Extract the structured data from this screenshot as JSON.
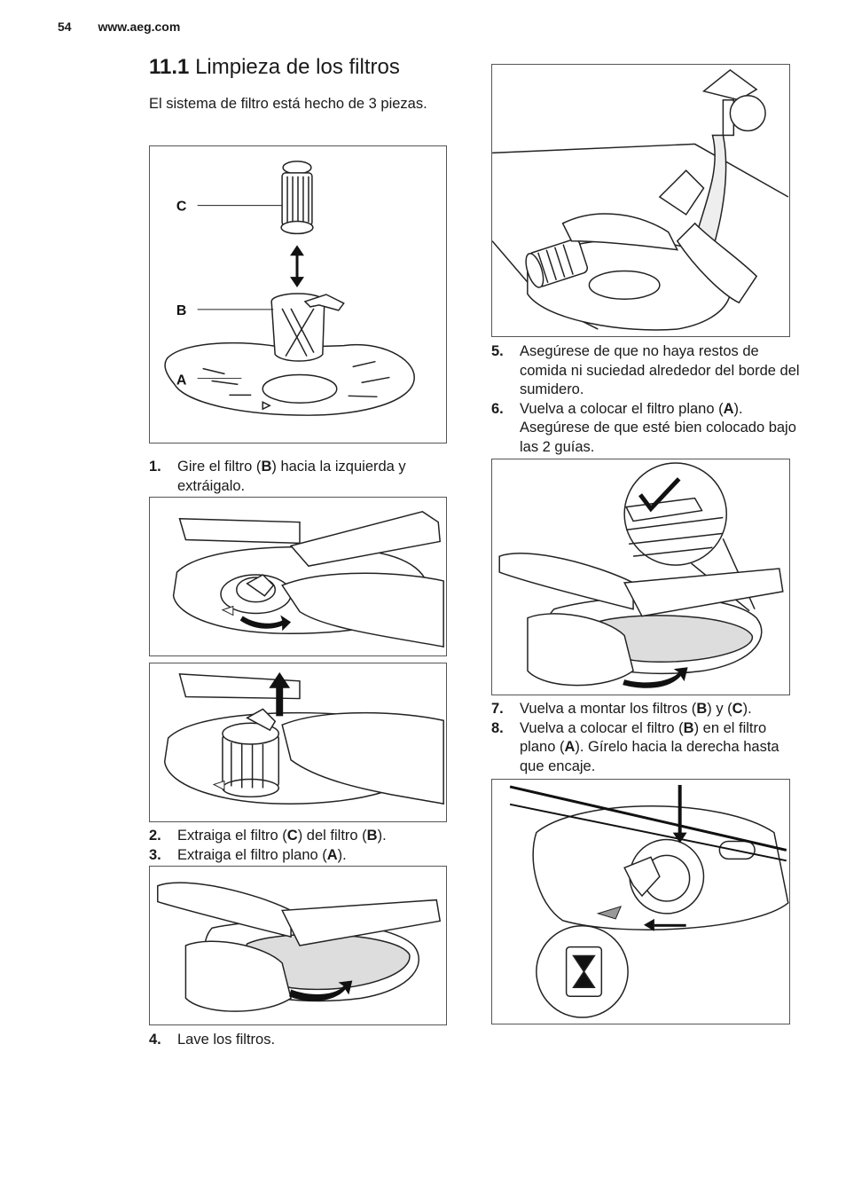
{
  "header": {
    "page_number": "54",
    "site": "www.aeg.com"
  },
  "section": {
    "number": "11.1",
    "title": "Limpieza de los filtros"
  },
  "intro": "El sistema de filtro está hecho de 3 piezas.",
  "figure_labels": {
    "c": "C",
    "b": "B",
    "a": "A"
  },
  "steps": [
    {
      "num": "1.",
      "p1": "Gire el filtro (",
      "b1": "B",
      "p2": ") hacia la izquierda y extráigalo."
    },
    {
      "num": "2.",
      "p1": "Extraiga el filtro (",
      "b1": "C",
      "p2": ") del filtro (",
      "b2": "B",
      "p3": ")."
    },
    {
      "num": "3.",
      "p1": "Extraiga el filtro plano (",
      "b1": "A",
      "p2": ")."
    },
    {
      "num": "4.",
      "p1": "Lave los filtros."
    },
    {
      "num": "5.",
      "p1": "Asegúrese de que no haya restos de comida ni suciedad alrededor del borde del sumidero."
    },
    {
      "num": "6.",
      "p1": "Vuelva a colocar el filtro plano (",
      "b1": "A",
      "p2": "). Asegúrese de que esté bien colocado bajo las 2 guías."
    },
    {
      "num": "7.",
      "p1": "Vuelva a montar los filtros (",
      "b1": "B",
      "p2": ") y (",
      "b2": "C",
      "p3": ")."
    },
    {
      "num": "8.",
      "p1": "Vuelva a colocar el filtro (",
      "b1": "B",
      "p2": ") en el filtro plano (",
      "b2": "A",
      "p3": "). Gírelo hacia la derecha hasta que encaje."
    }
  ]
}
